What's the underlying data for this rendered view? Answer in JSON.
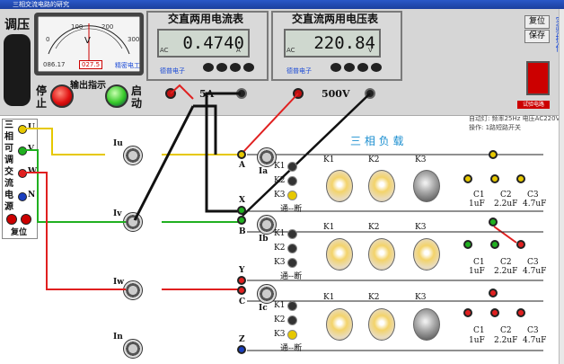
{
  "window": {
    "title": "三相交流电路的研究"
  },
  "regulator": {
    "label": "调压",
    "output_label": "输出指示",
    "stop_label": "停止",
    "start_label": "启动",
    "voltmeter_reading": "027.5",
    "voltmeter_left": "086.17",
    "voltmeter_right": "精密电工",
    "scale_labels": [
      "0",
      "100",
      "200",
      "300"
    ],
    "unit": "V"
  },
  "ammeter": {
    "title": "交直两用电流表",
    "value": "0.4740",
    "unit": "A",
    "range_label": "5A",
    "mode": "AC",
    "brand": "德普电子"
  },
  "voltmeter": {
    "title": "交直流两用电压表",
    "value": "220.84",
    "unit": "V",
    "range_label": "500V",
    "mode": "AC",
    "brand": "德普电子"
  },
  "side_buttons": {
    "reset": "复位",
    "save": "保存"
  },
  "side_tab": {
    "label": "实验操作"
  },
  "status": {
    "chip": "试验电路",
    "line1": "自动灯: 频率25Hz  电压AC220V",
    "line2": "操作: 1路短路开关"
  },
  "source": {
    "label": "三相可调交流电源",
    "phases": [
      "U",
      "V",
      "W",
      "N"
    ],
    "reset": "复位"
  },
  "current_points": [
    "Iu",
    "Iv",
    "Iw",
    "In"
  ],
  "load": {
    "title": "三 相 负 载",
    "rows": [
      {
        "node": "A",
        "meter": "Ia",
        "end": "X",
        "bulb3_on": false
      },
      {
        "node": "B",
        "meter": "Ib",
        "end": "Y",
        "bulb3_on": true
      },
      {
        "node": "C",
        "meter": "Ic",
        "end": "Z",
        "bulb3_on": false
      }
    ],
    "switch_labels": [
      "K1",
      "K2",
      "K3"
    ],
    "switch_mode": "通--断",
    "bulb_labels": [
      "K1",
      "K2",
      "K3"
    ],
    "caps": [
      "C1",
      "C2",
      "C3"
    ],
    "cap_values": [
      "1uF",
      "2.2uF",
      "4.7uF"
    ]
  },
  "colors": {
    "wire_yellow": "#e6c800",
    "wire_green": "#20b020",
    "wire_red": "#e02020",
    "wire_black": "#111111",
    "lcd_bg": "#cfd8cf"
  }
}
